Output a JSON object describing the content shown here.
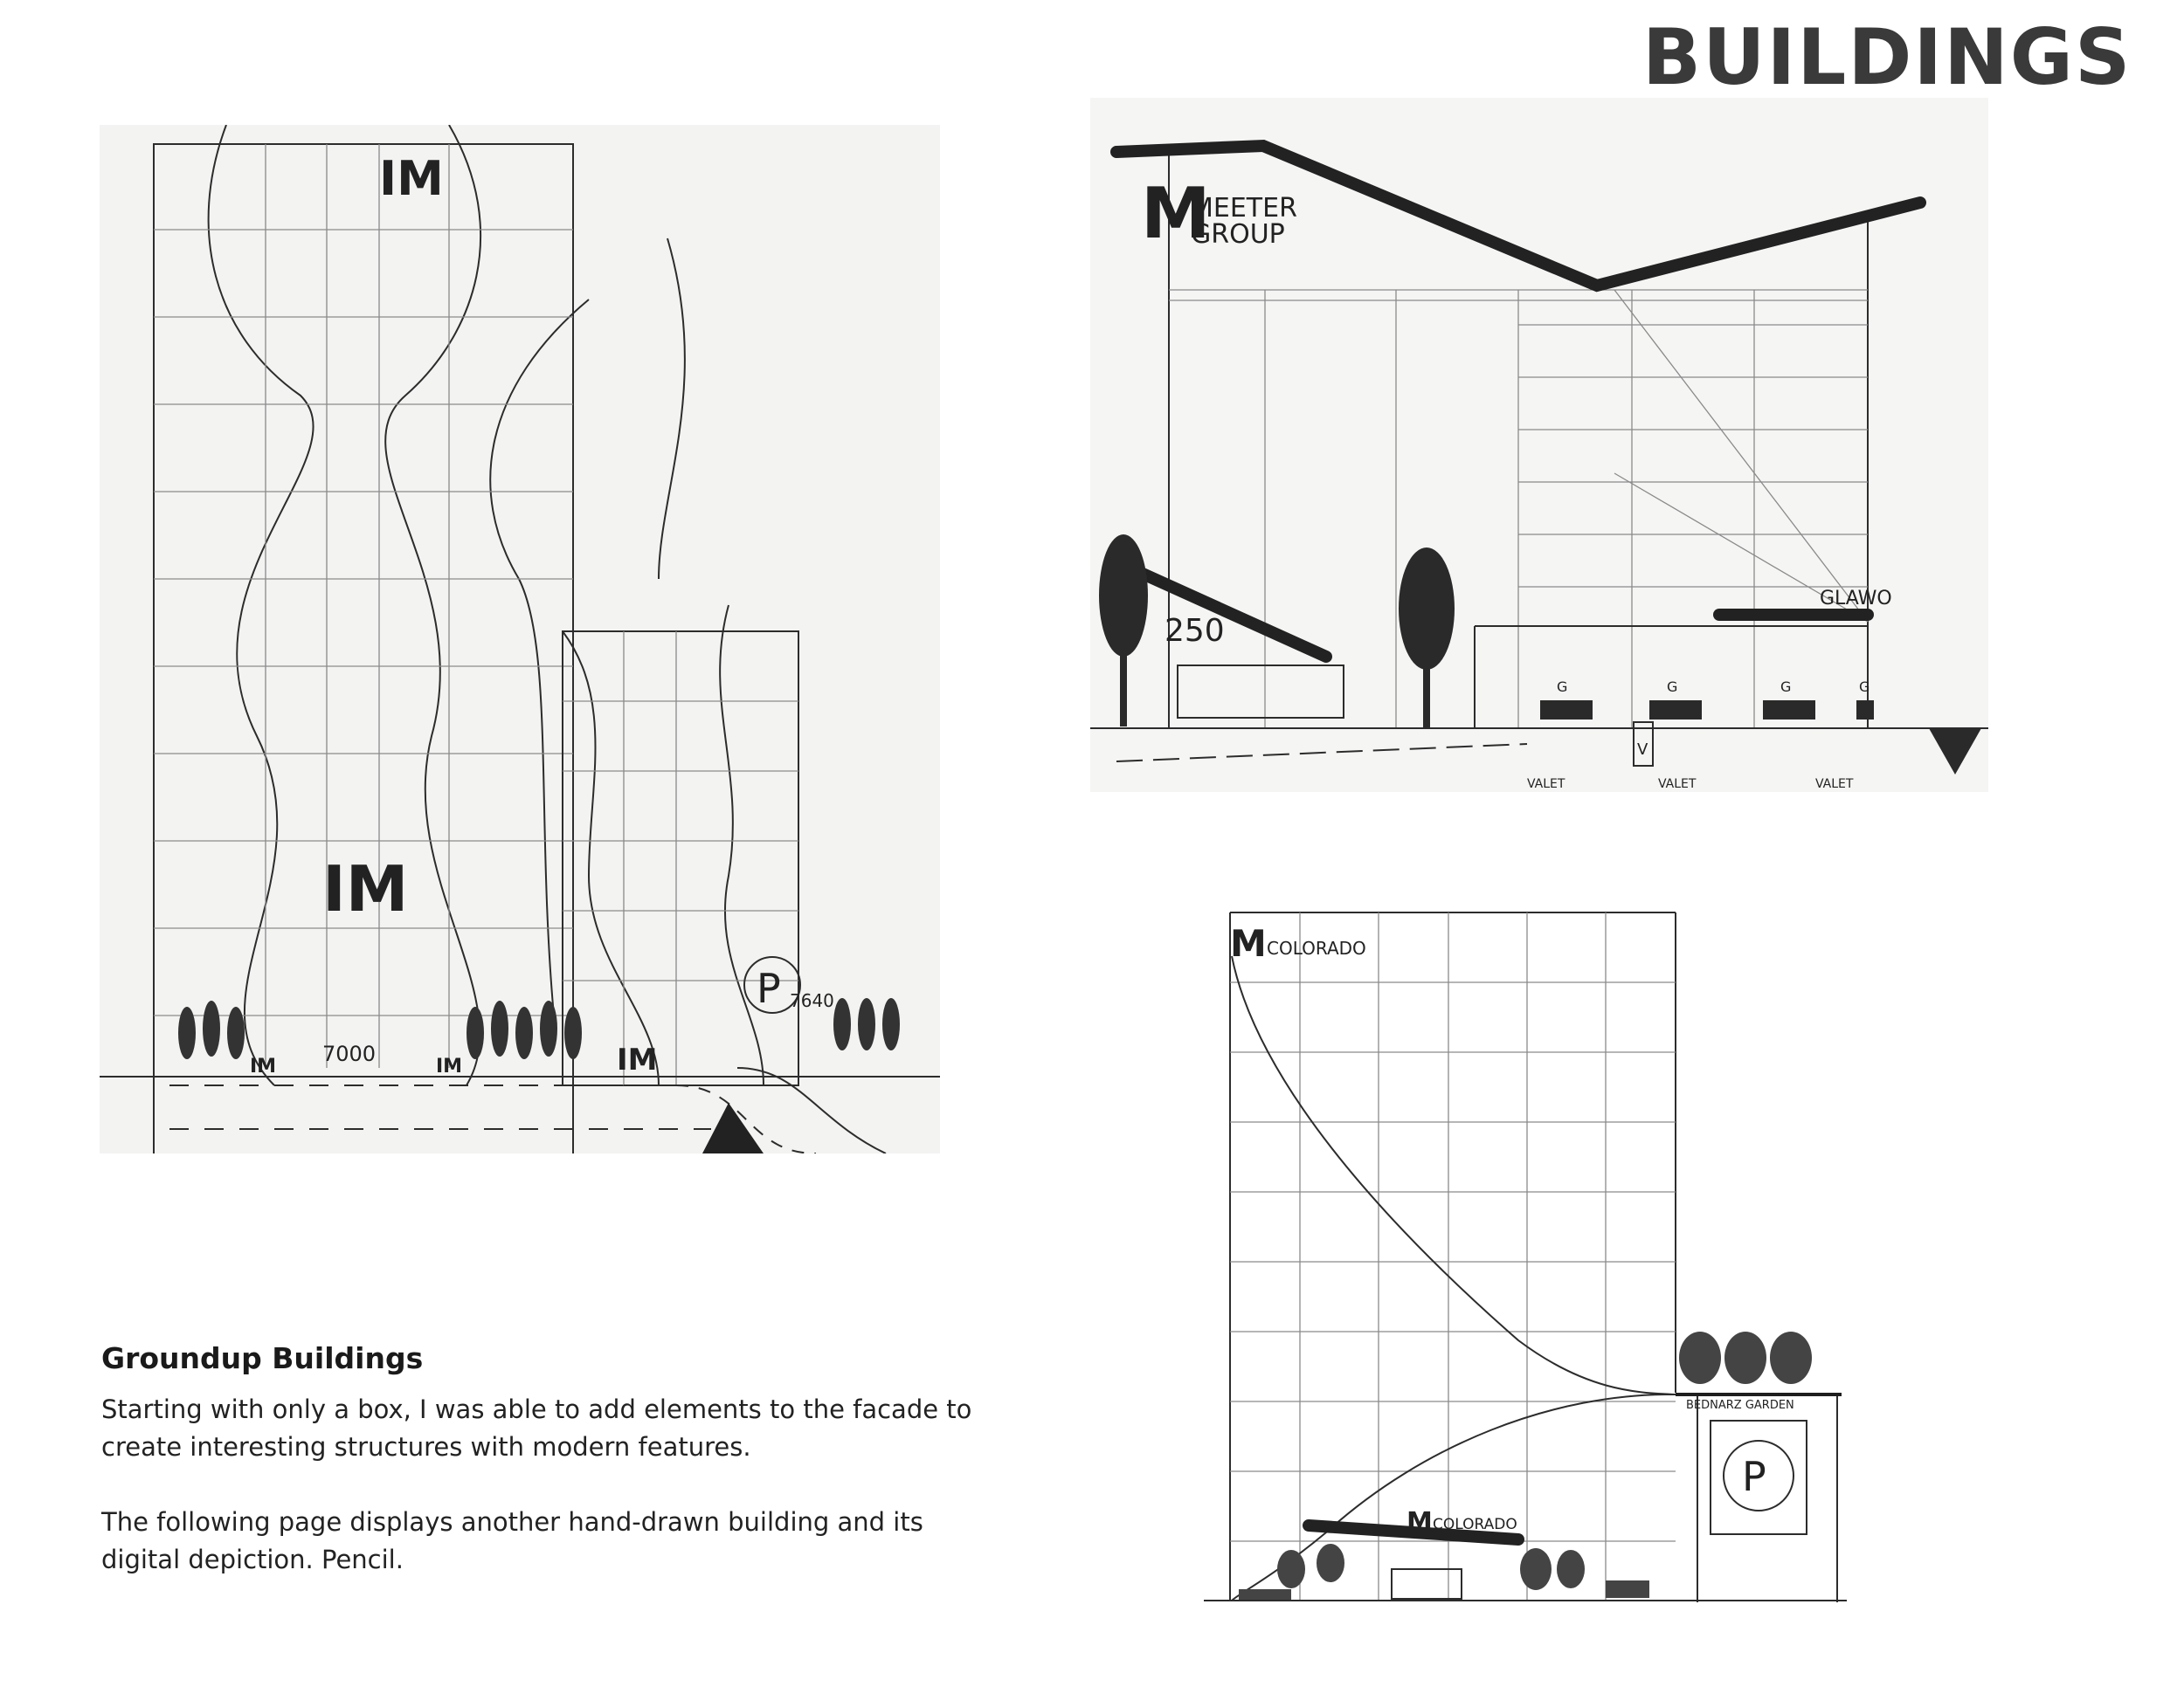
{
  "page": {
    "title": "BUILDINGS"
  },
  "caption": {
    "heading": "Groundup Buildings",
    "paragraph1": "Starting with only a box, I was able to add elements to the facade to create interesting structures with modern features.",
    "paragraph2": "The following page displays another hand-drawn building and its digital depiction. Pencil."
  },
  "sketch_left": {
    "logo_top": "IM",
    "logo_middle": "IM",
    "logo_ground_1": "IM",
    "logo_ground_2": "IM",
    "logo_ground_3": "IM",
    "address_main": "7000",
    "address_side": "7640",
    "parking_sign": "P"
  },
  "sketch_top_right": {
    "logo_letter": "M",
    "logo_line1": "MEETER",
    "logo_line2": "GROUP",
    "number": "250",
    "tenant_sign": "GLAWO",
    "store_letters": [
      "G",
      "G",
      "G",
      "G"
    ],
    "valet_label": "V",
    "valet_ground_1": "VALET",
    "valet_ground_2": "VALET",
    "valet_ground_3": "VALET"
  },
  "sketch_bottom_right": {
    "logo_top_letter": "M",
    "logo_top_text": "COLORADO",
    "logo_bottom_letter": "M",
    "logo_bottom_text": "COLORADO",
    "garden_sign": "BEDNARZ GARDEN",
    "parking_sign": "P"
  }
}
